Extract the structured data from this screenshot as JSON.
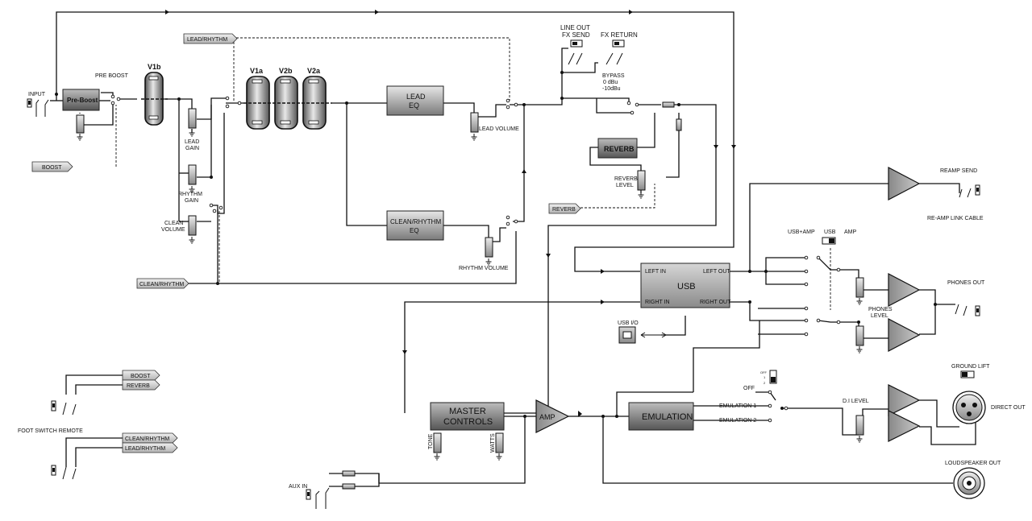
{
  "inputs": {
    "input": "INPUT",
    "aux_in": "AUX IN",
    "footswitch": "FOOT SWITCH REMOTE"
  },
  "preamp": {
    "pre_boost_label": "PRE BOOST",
    "pre_boost_block": "Pre-Boost",
    "boost_tag": "BOOST",
    "tube_v1b": "V1b",
    "tube_v1a": "V1a",
    "tube_v2b": "V2b",
    "tube_v2a": "V2a",
    "lead_gain": [
      "LEAD",
      "GAIN"
    ],
    "rhythm_gain": [
      "RHYTHM",
      "GAIN"
    ],
    "clean_volume": [
      "CLEAN",
      "VOLUME"
    ],
    "lead_rhythm_tag": "LEAD/RHYTHM",
    "clean_rhythm_tag": "CLEAN/RHYTHM",
    "lead_eq": [
      "LEAD",
      "EQ"
    ],
    "clean_rhythm_eq": [
      "CLEAN/RHYTHM",
      "EQ"
    ],
    "lead_volume": "LEAD VOLUME",
    "rhythm_volume": "RHYTHM VOLUME"
  },
  "fx_loop": {
    "line_out": [
      "LINE OUT",
      "FX SEND"
    ],
    "fx_return": "FX RETURN",
    "bypass": [
      "BYPASS",
      "0 dBu",
      "-10dBu"
    ],
    "reverb_block": "REVERB",
    "reverb_level": [
      "REVERB",
      "LEVEL"
    ],
    "reverb_tag": "REVERB"
  },
  "power": {
    "master_controls": [
      "MASTER",
      "CONTROLS"
    ],
    "tone": "TONE",
    "watts": "WATTS",
    "amp": "AMP",
    "emulation": "EMULATION",
    "emulation_1": "EMULATION 1",
    "emulation_2": "EMULATION 2",
    "off": "OFF",
    "switch_positions": [
      "OFF",
      "1",
      "2"
    ]
  },
  "usb": {
    "title": "USB",
    "left_in": "LEFT IN",
    "right_in": "RIGHT IN",
    "left_out": "LEFT OUT",
    "right_out": "RIGHT OUT",
    "usb_io": "USB I/O",
    "mode_labels": [
      "USB+AMP",
      "USB",
      "AMP"
    ]
  },
  "outputs": {
    "reamp_send": "REAMP SEND",
    "reamp_cable": "RE-AMP LINK CABLE",
    "phones_out": "PHONES OUT",
    "phones_level": [
      "PHONES",
      "LEVEL"
    ],
    "ground_lift": "GROUND LIFT",
    "di_level": "D.I LEVEL",
    "direct_out": "DIRECT OUT",
    "loudspeaker_out": "LOUDSPEAKER OUT"
  },
  "footswitch_tags": {
    "boost": "BOOST",
    "reverb": "REVERB",
    "clean_rhythm": "CLEAN/RHYTHM",
    "lead_rhythm": "LEAD/RHYTHM"
  }
}
